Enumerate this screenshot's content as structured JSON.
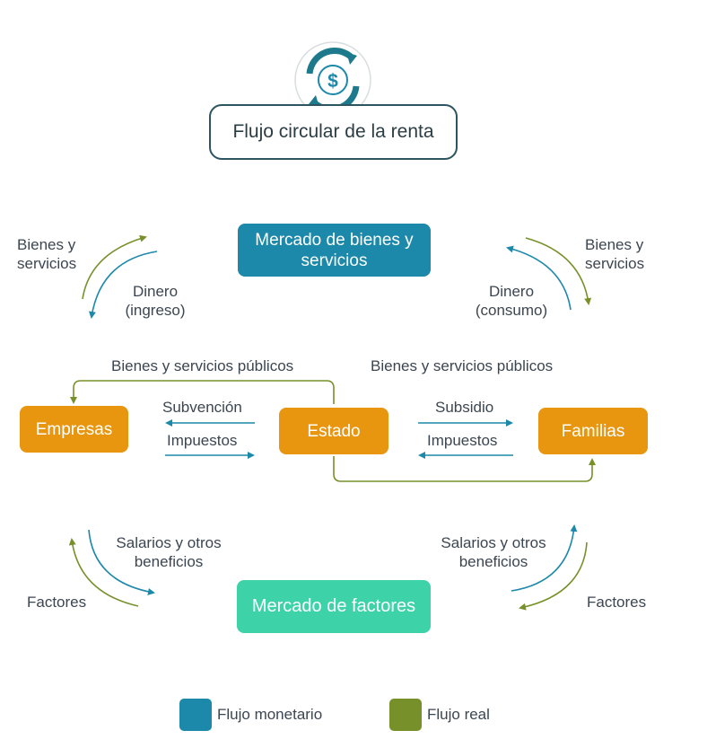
{
  "title": "Flujo circular de la renta",
  "title_icon": "dollar-cycle-icon",
  "nodes": {
    "goods_market": "Mercado de bienes y servicios",
    "factor_market": "Mercado de factores",
    "firms": "Empresas",
    "state": "Estado",
    "families": "Familias"
  },
  "labels": {
    "goods_left": "Bienes y servicios",
    "money_left": "Dinero (ingreso)",
    "goods_right": "Bienes y servicios",
    "money_right": "Dinero (consumo)",
    "public_goods_left": "Bienes y servicios públicos",
    "public_goods_right": "Bienes y servicios públicos",
    "subsidy_firms": "Subvención",
    "taxes_firms": "Impuestos",
    "subsidy_families": "Subsidio",
    "taxes_families": "Impuestos",
    "wages_left": "Salarios y otros beneficios",
    "factors_left": "Factores",
    "wages_right": "Salarios y otros beneficios",
    "factors_right": "Factores"
  },
  "legend": [
    {
      "label": "Flujo monetario",
      "color": "#1c88aa"
    },
    {
      "label": "Flujo real",
      "color": "#77902a"
    }
  ],
  "colors": {
    "monetary": "#1c88aa",
    "real": "#77902a",
    "node_orange": "#e8960f",
    "goods_market": "#1c88aa",
    "factor_market": "#3dd2a8",
    "title_border": "#2d5560"
  }
}
